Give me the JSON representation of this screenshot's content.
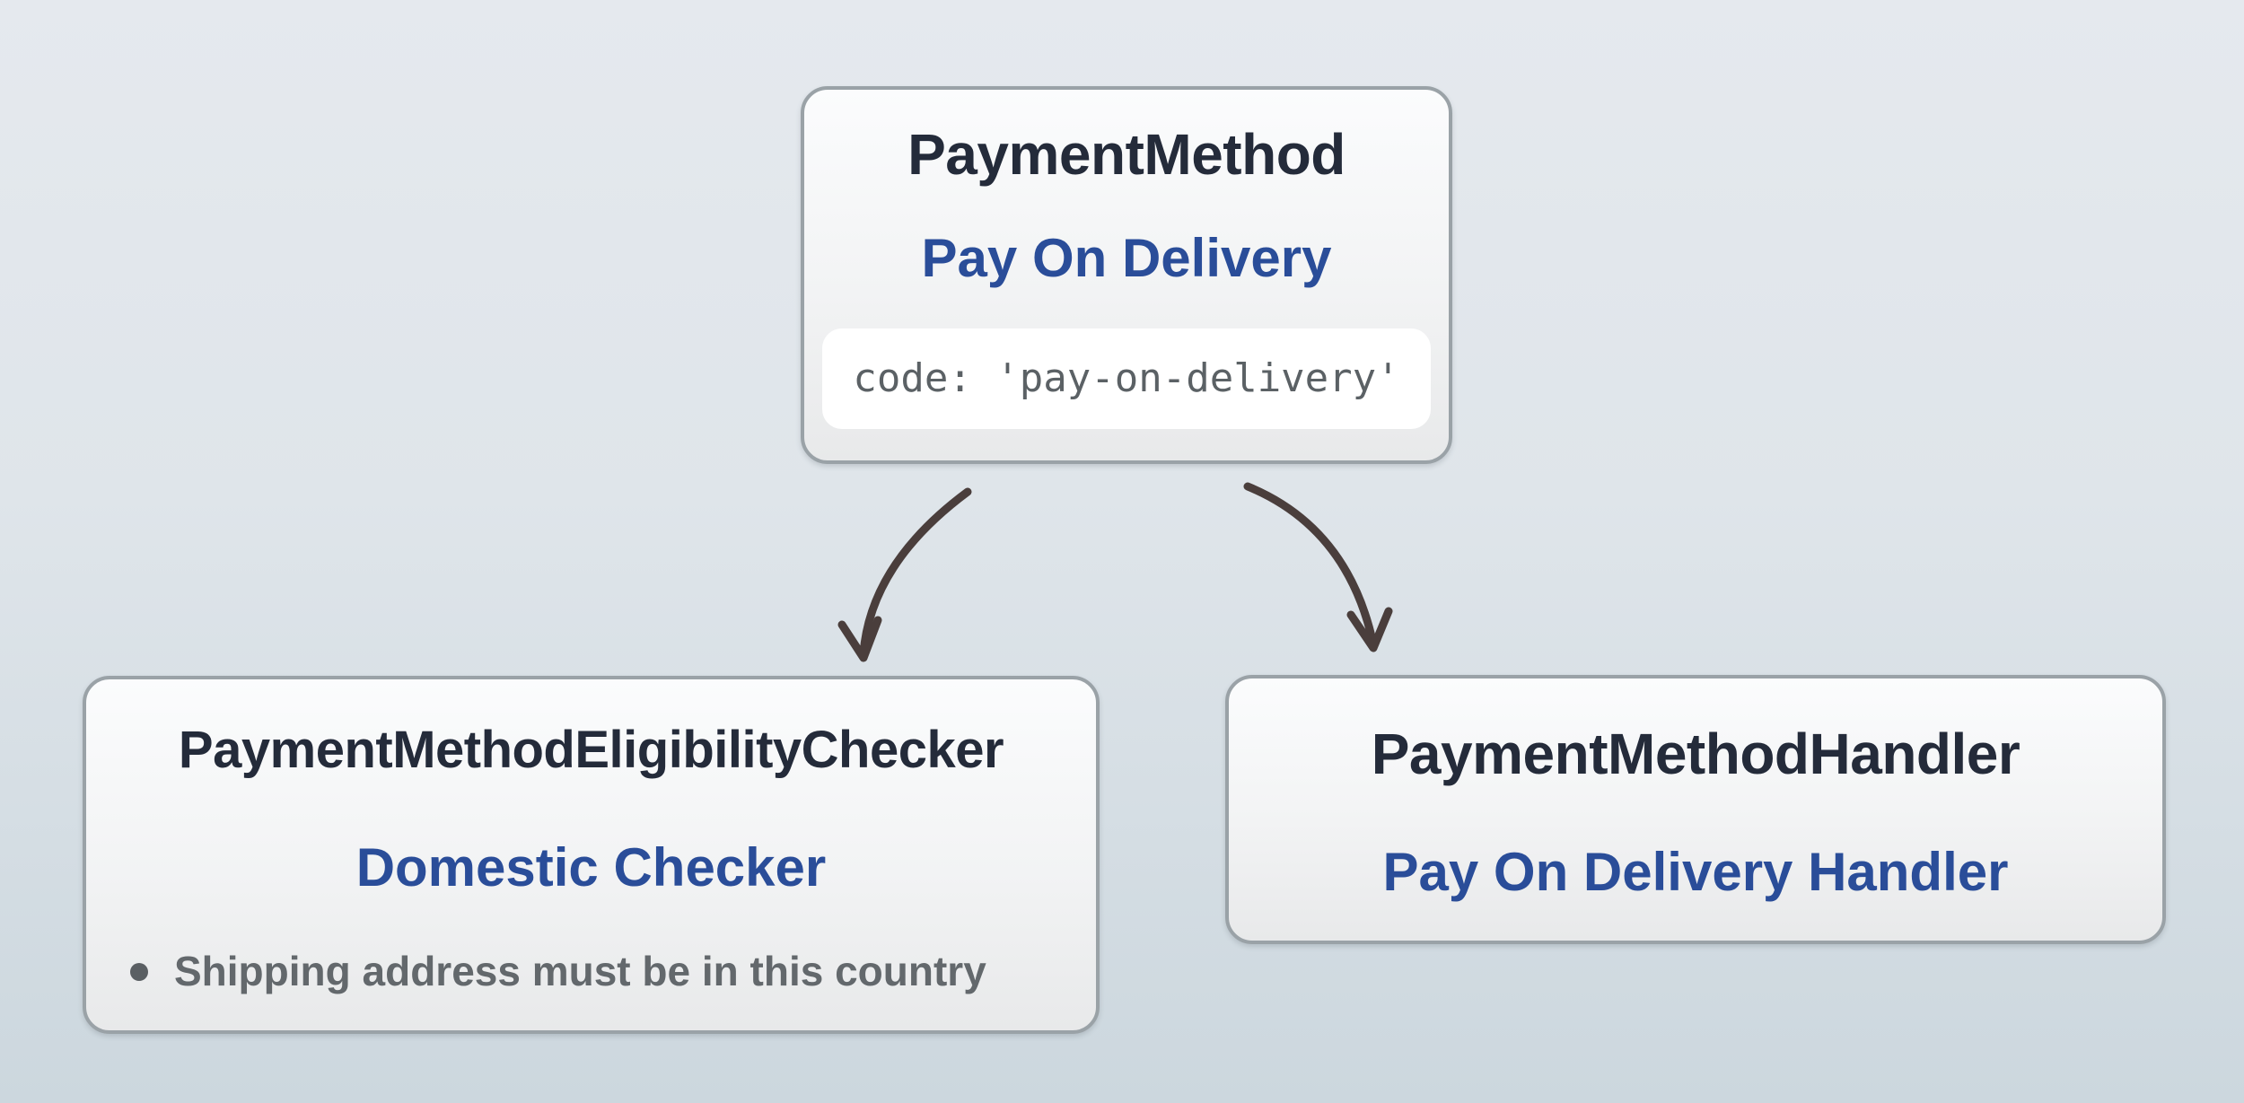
{
  "diagram": {
    "payment_method": {
      "class_name": "PaymentMethod",
      "instance_name": "Pay On Delivery",
      "code": "code: 'pay-on-delivery'"
    },
    "eligibility_checker": {
      "class_name": "PaymentMethodEligibilityChecker",
      "instance_name": "Domestic Checker",
      "rules": [
        "Shipping address must be in this country"
      ]
    },
    "handler": {
      "class_name": "PaymentMethodHandler",
      "instance_name": "Pay On Delivery Handler"
    }
  },
  "colors": {
    "accent-blue": "#2a4d99",
    "title-dark": "#242b3a",
    "bullet-gray": "#63686c",
    "muted-gray": "#5a5f63",
    "code-gray": "#5b6165",
    "arrow": "#4a3e3c",
    "box-border": "#9aa2a7",
    "bg-top": "#e5e9ee",
    "bg-bottom": "#ccd7de"
  }
}
